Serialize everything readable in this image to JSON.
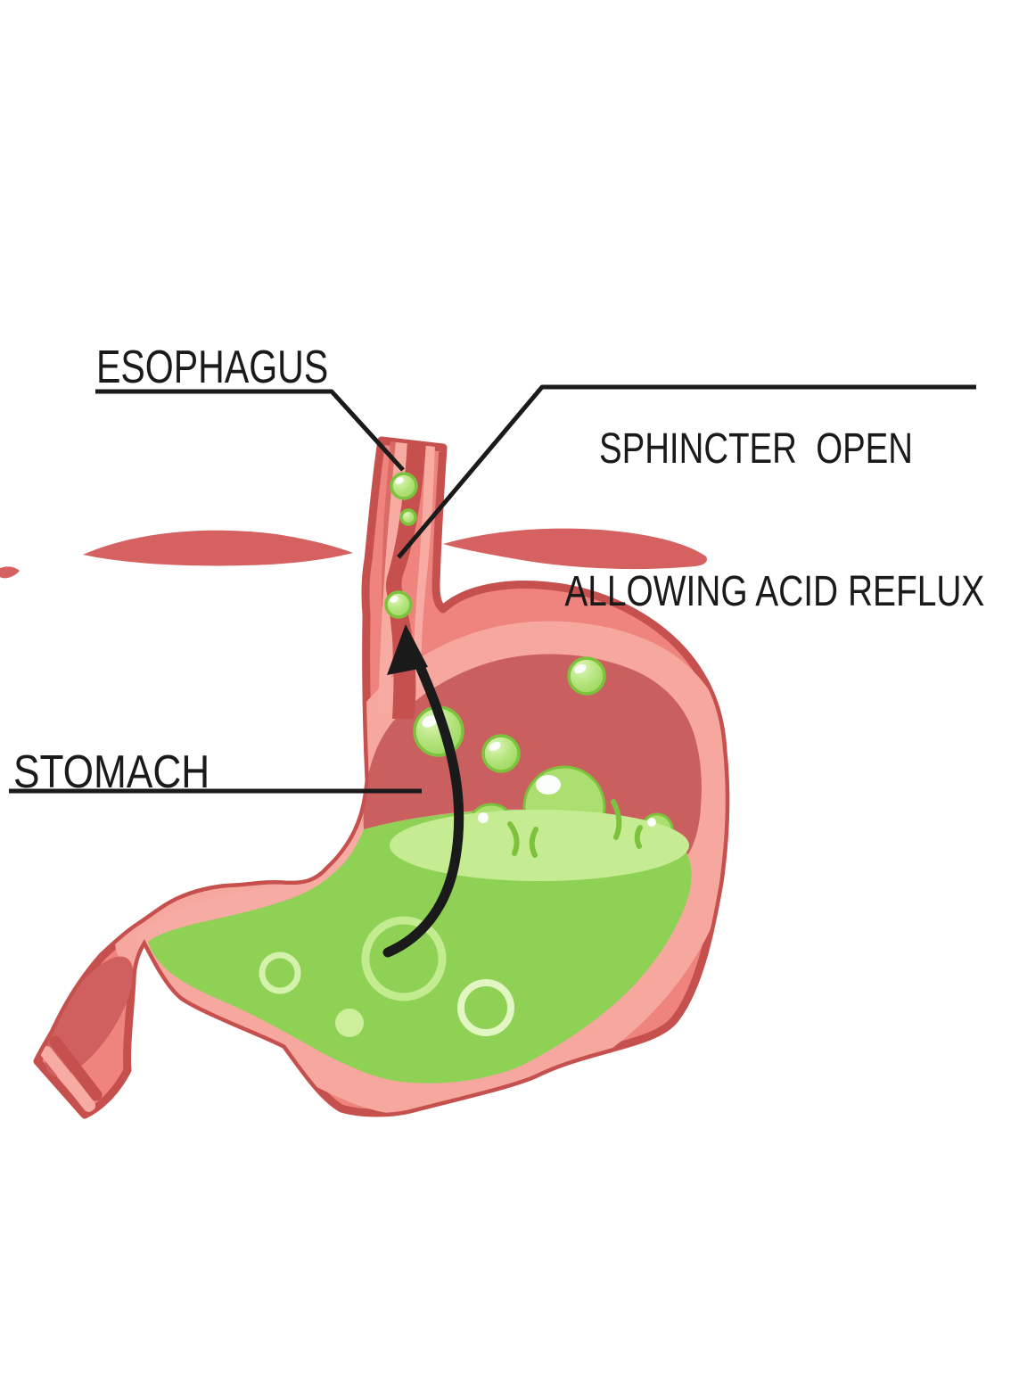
{
  "diagram": {
    "kind": "medical illustration",
    "subject": "Stomach acid reflux diagram",
    "labels": {
      "esophagus": "ESOPHAGUS",
      "sphincter_line1": "SPHINCTER  OPEN",
      "sphincter_line2": "ALLOWING ACID REFLUX",
      "stomach": "STOMACH"
    },
    "colors": {
      "outline_red": "#c5504e",
      "wall_salmon": "#ee847d",
      "inner_band_pink": "#f6a89f",
      "cavity_rose": "#ca5f5f",
      "diaphragm_rose": "#d66161",
      "acid_green": "#8ed154",
      "acid_surface_green": "#c6ec93",
      "bubble_green": "#abe070",
      "arrow_black": "#1a1a1a",
      "text_black": "#1a1a1a"
    },
    "parts": [
      "esophagus tube",
      "open lower esophageal sphincter",
      "diaphragm strokes",
      "stomach filled with gastric acid",
      "gas bubbles rising through esophagus",
      "black arrow showing reflux direction"
    ]
  }
}
